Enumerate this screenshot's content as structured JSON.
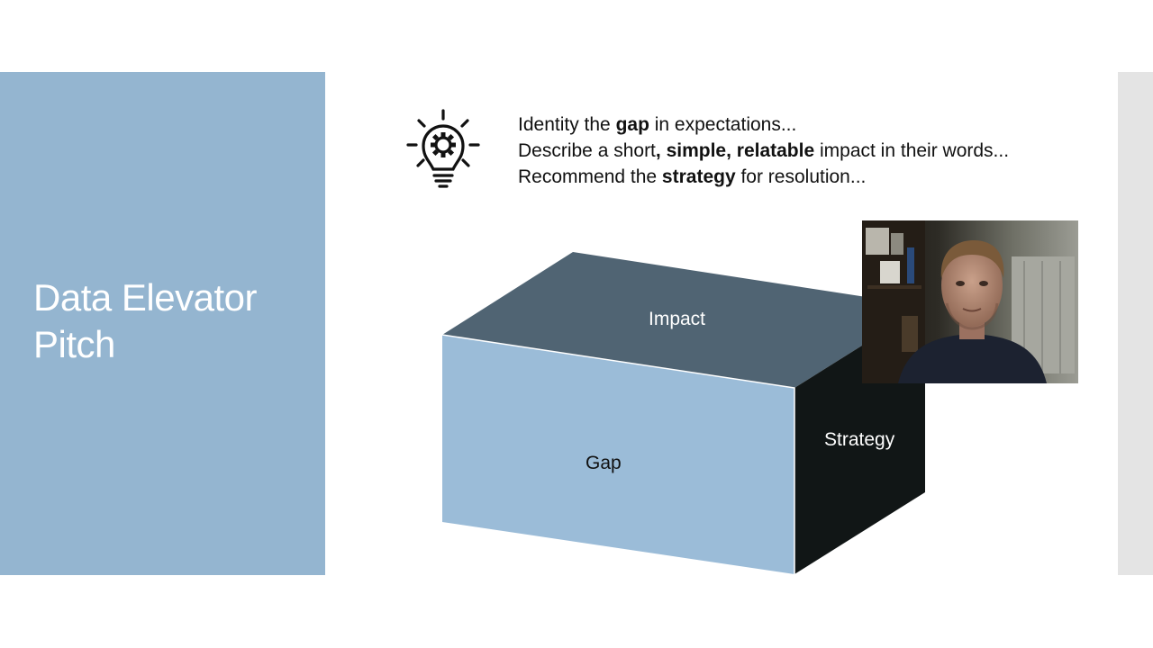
{
  "slide": {
    "title": "Data Elevator Pitch"
  },
  "bullets": {
    "line1": {
      "pre": "Identity the ",
      "bold": "gap",
      "post": " in expectations..."
    },
    "line2": {
      "pre": "Describe a short",
      "bold": ", simple, relatable",
      "post": " impact in their words..."
    },
    "line3": {
      "pre": "Recommend the ",
      "bold": "strategy",
      "post": " for resolution..."
    }
  },
  "box": {
    "top_label": "Impact",
    "front_label": "Gap",
    "side_label": "Strategy"
  },
  "icons": {
    "bulb": "lightbulb-gear-icon"
  },
  "colors": {
    "side_panel": "#94b5d0",
    "box_top": "#506473",
    "box_front": "#9bbcd8",
    "box_side": "#111616",
    "right_strip": "#e4e4e4"
  }
}
